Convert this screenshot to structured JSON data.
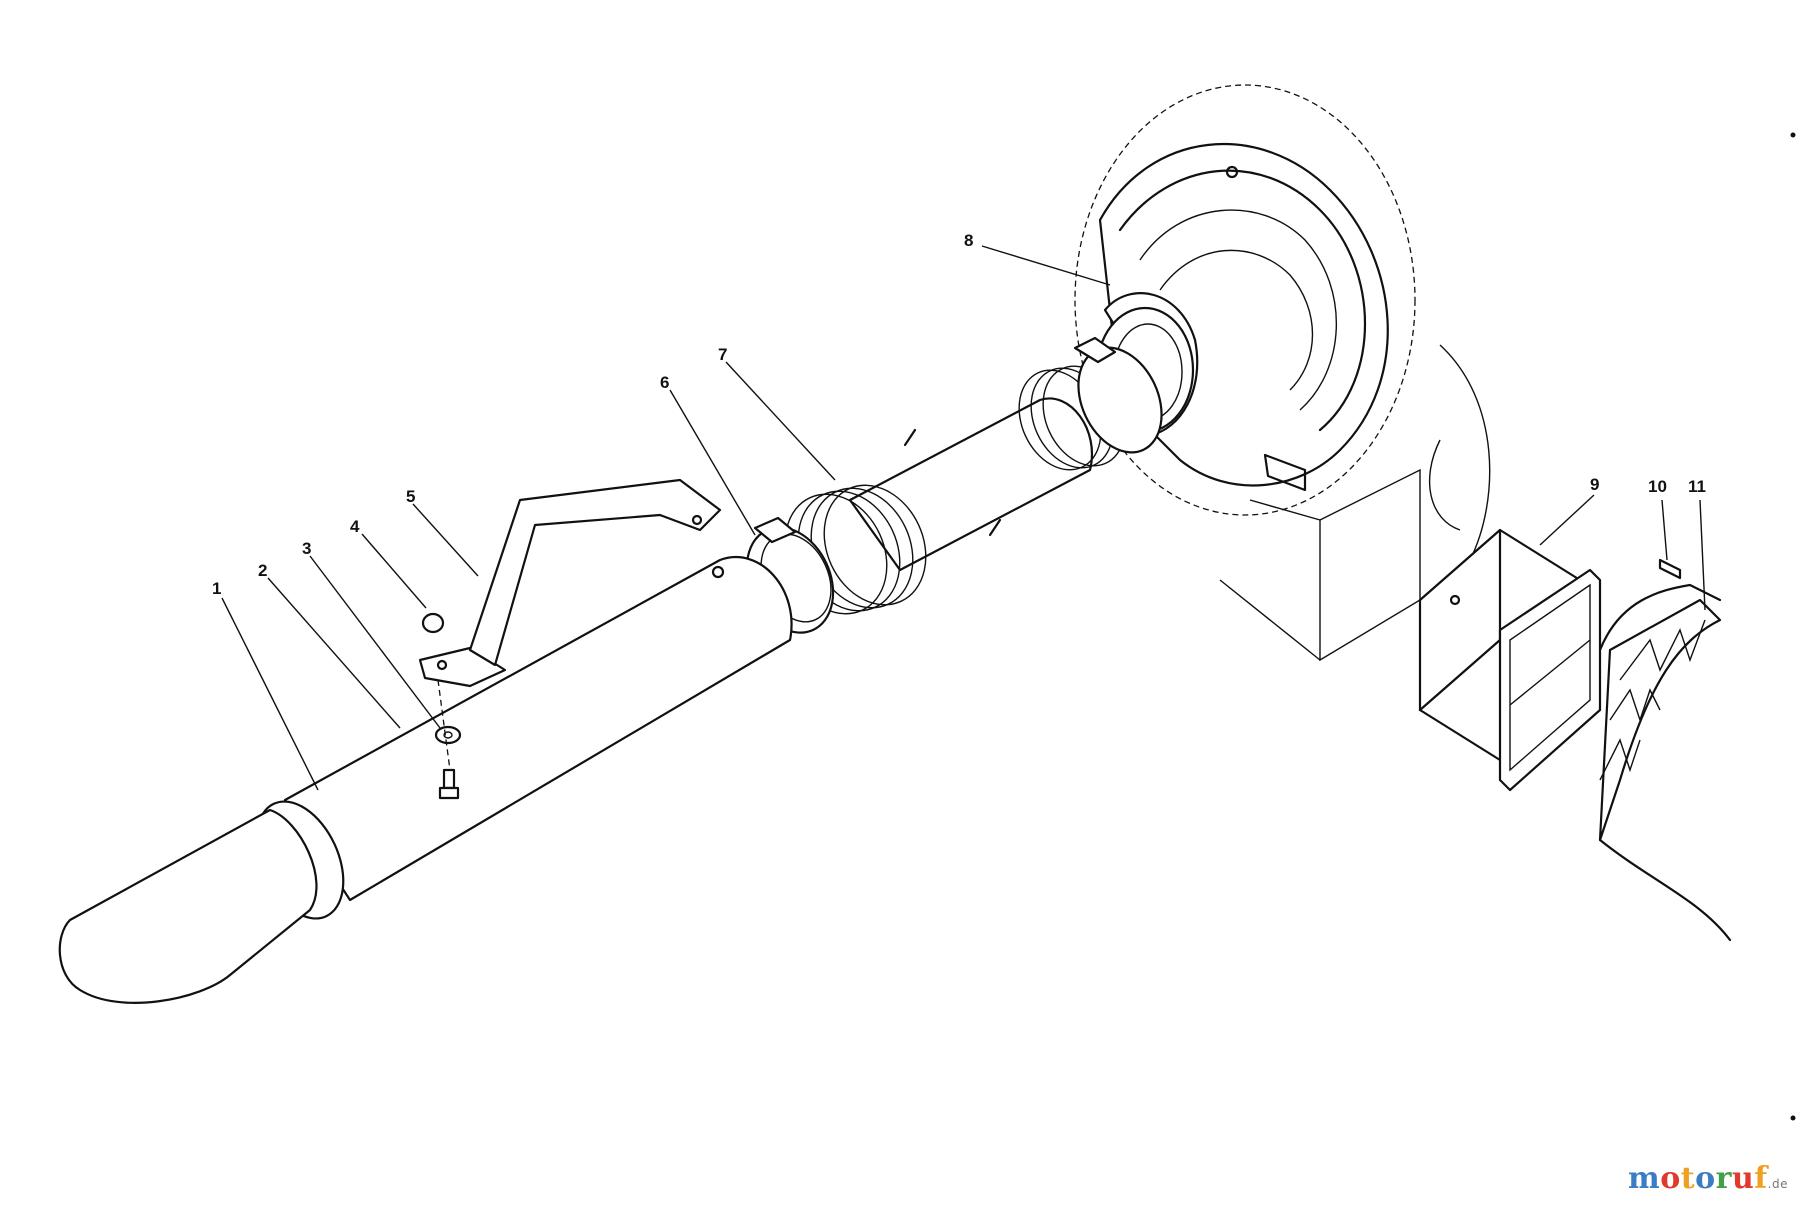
{
  "callouts": [
    {
      "id": "1",
      "label": "1"
    },
    {
      "id": "2",
      "label": "2"
    },
    {
      "id": "3",
      "label": "3"
    },
    {
      "id": "4",
      "label": "4"
    },
    {
      "id": "5",
      "label": "5"
    },
    {
      "id": "6",
      "label": "6"
    },
    {
      "id": "7",
      "label": "7"
    },
    {
      "id": "8",
      "label": "8"
    },
    {
      "id": "9",
      "label": "9"
    },
    {
      "id": "10",
      "label": "10"
    },
    {
      "id": "11",
      "label": "11"
    }
  ],
  "watermark": {
    "text_parts": [
      {
        "text": "m",
        "color": "#3b7dc4"
      },
      {
        "text": "o",
        "color": "#e03a2f"
      },
      {
        "text": "t",
        "color": "#f0a020"
      },
      {
        "text": "o",
        "color": "#3b7dc4"
      },
      {
        "text": "r",
        "color": "#43a047"
      },
      {
        "text": "u",
        "color": "#e03a2f"
      },
      {
        "text": "f",
        "color": "#f0a020"
      }
    ],
    "suffix": ".de"
  }
}
